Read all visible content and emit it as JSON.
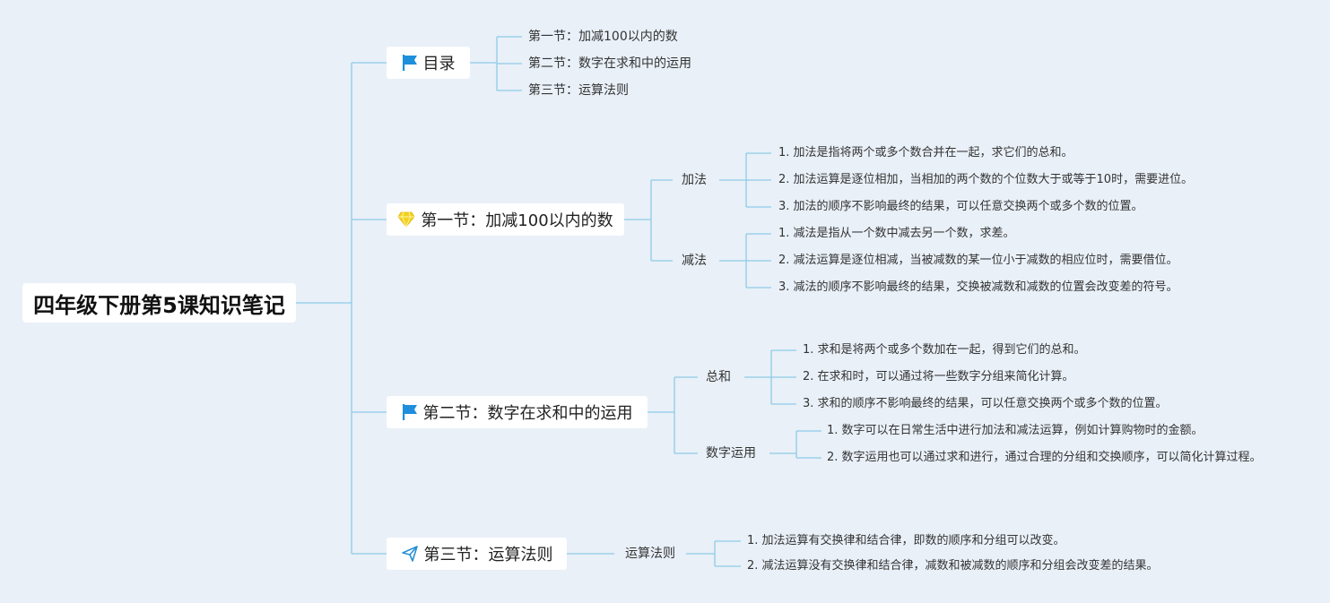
{
  "root": {
    "title": "四年级下册第5课知识笔记"
  },
  "branches": {
    "toc": {
      "label": "目录",
      "icon": "flag-icon",
      "items": [
        "第一节：加减100以内的数",
        "第二节：数字在求和中的运用",
        "第三节：运算法则"
      ]
    },
    "s1": {
      "label": "第一节：加减100以内的数",
      "icon": "diamond-icon",
      "sub1": {
        "label": "加法",
        "items": [
          "1. 加法是指将两个或多个数合并在一起，求它们的总和。",
          "2. 加法运算是逐位相加，当相加的两个数的个位数大于或等于10时，需要进位。",
          "3. 加法的顺序不影响最终的结果，可以任意交换两个或多个数的位置。"
        ]
      },
      "sub2": {
        "label": "减法",
        "items": [
          "1. 减法是指从一个数中减去另一个数，求差。",
          "2. 减法运算是逐位相减，当被减数的某一位小于减数的相应位时，需要借位。",
          "3. 减法的顺序不影响最终的结果，交换被减数和减数的位置会改变差的符号。"
        ]
      }
    },
    "s2": {
      "label": "第二节：数字在求和中的运用",
      "icon": "flag-icon",
      "sub1": {
        "label": "总和",
        "items": [
          "1. 求和是将两个或多个数加在一起，得到它们的总和。",
          "2. 在求和时，可以通过将一些数字分组来简化计算。",
          "3. 求和的顺序不影响最终的结果，可以任意交换两个或多个数的位置。"
        ]
      },
      "sub2": {
        "label": "数字运用",
        "items": [
          "1. 数字可以在日常生活中进行加法和减法运算，例如计算购物时的金额。",
          "2. 数字运用也可以通过求和进行，通过合理的分组和交换顺序，可以简化计算过程。"
        ]
      }
    },
    "s3": {
      "label": "第三节：运算法则",
      "icon": "paper-plane-icon",
      "sub1": {
        "label": "运算法则",
        "items": [
          "1. 加法运算有交换律和结合律，即数的顺序和分组可以改变。",
          "2. 减法运算没有交换律和结合律，减数和被减数的顺序和分组会改变差的结果。"
        ]
      }
    }
  },
  "colors": {
    "background": "#e9f0f8",
    "connector": "#8ecbe6",
    "flag": "#1f8fdc",
    "diamond": "#f3d21e",
    "plane": "#2a8fd6"
  }
}
